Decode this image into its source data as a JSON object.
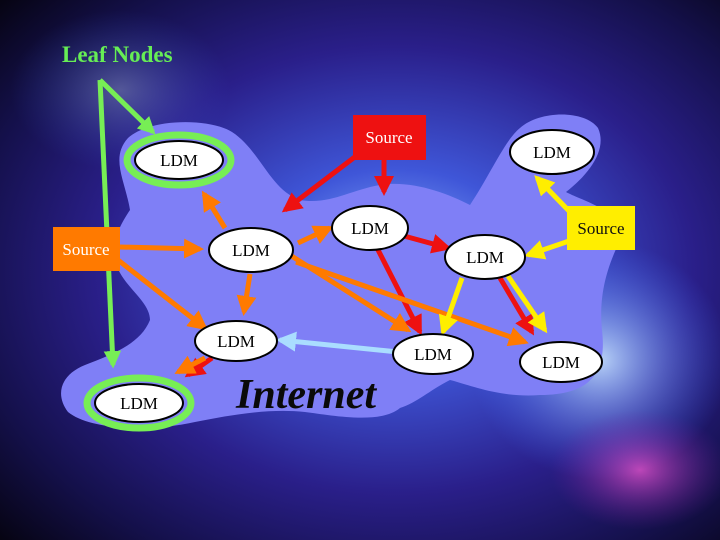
{
  "slide": {
    "title": "Leaf Nodes",
    "network_label": "Internet"
  },
  "nodes": {
    "ldm_leaf_top": "LDM",
    "ldm_top_right": "LDM",
    "ldm_center_top": "LDM",
    "ldm_left_mid": "LDM",
    "ldm_mid_right": "LDM",
    "ldm_lower_left": "LDM",
    "ldm_lower_mid": "LDM",
    "ldm_lower_right": "LDM",
    "ldm_leaf_bottom": "LDM"
  },
  "sources": {
    "source_red": "Source",
    "source_orange": "Source",
    "source_yellow": "Source"
  },
  "colors": {
    "background": "#1a1a6e",
    "cloud": "#7f7ff6",
    "highlight_green": "#77ee55",
    "red": "#ee1111",
    "orange": "#ff7a00",
    "yellow": "#ffee00",
    "light_blue": "#aaddff",
    "title_text": "#66ee55"
  }
}
